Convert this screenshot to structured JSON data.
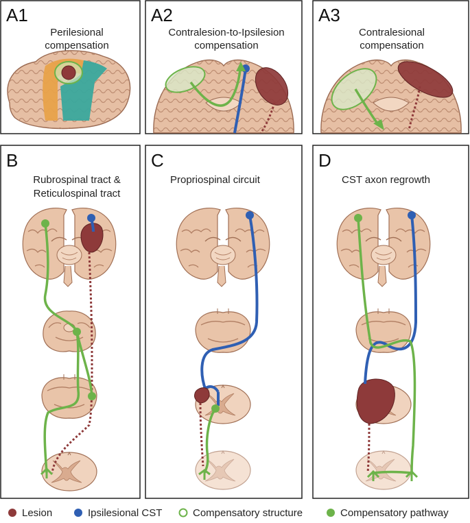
{
  "panels": {
    "a1": {
      "letter": "A1",
      "title_line1": "Perilesional",
      "title_line2": "compensation"
    },
    "a2": {
      "letter": "A2",
      "title_line1": "Contralesion-to-Ipsilesion",
      "title_line2": "compensation"
    },
    "a3": {
      "letter": "A3",
      "title_line1": "Contralesional",
      "title_line2": "compensation"
    },
    "b": {
      "letter": "B",
      "title_line1": "Rubrospinal tract &",
      "title_line2": "Reticulospinal tract"
    },
    "c": {
      "letter": "C",
      "title_line1": "Propriospinal circuit"
    },
    "d": {
      "letter": "D",
      "title_line1": "CST axon regrowth"
    }
  },
  "legend": [
    {
      "label": "Lesion",
      "color": "#8e3a3a",
      "marker": "filled-circle"
    },
    {
      "label": "Ipsilesional CST",
      "color": "#2f5fb3",
      "marker": "filled-circle"
    },
    {
      "label": "Compensatory structure",
      "color": "#6db34a",
      "marker": "ring"
    },
    {
      "label": "Compensatory pathway",
      "color": "#6db34a",
      "marker": "filled-circle"
    }
  ],
  "colors": {
    "lesion": "#8e3a3a",
    "cst": "#2f5fb3",
    "compensatory": "#6db34a",
    "brain_tissue": "#e6bfa4",
    "brain_outline": "#9a6a52",
    "perilesional_orange": "#e8a24a",
    "perilesional_teal": "#3aa89d"
  }
}
